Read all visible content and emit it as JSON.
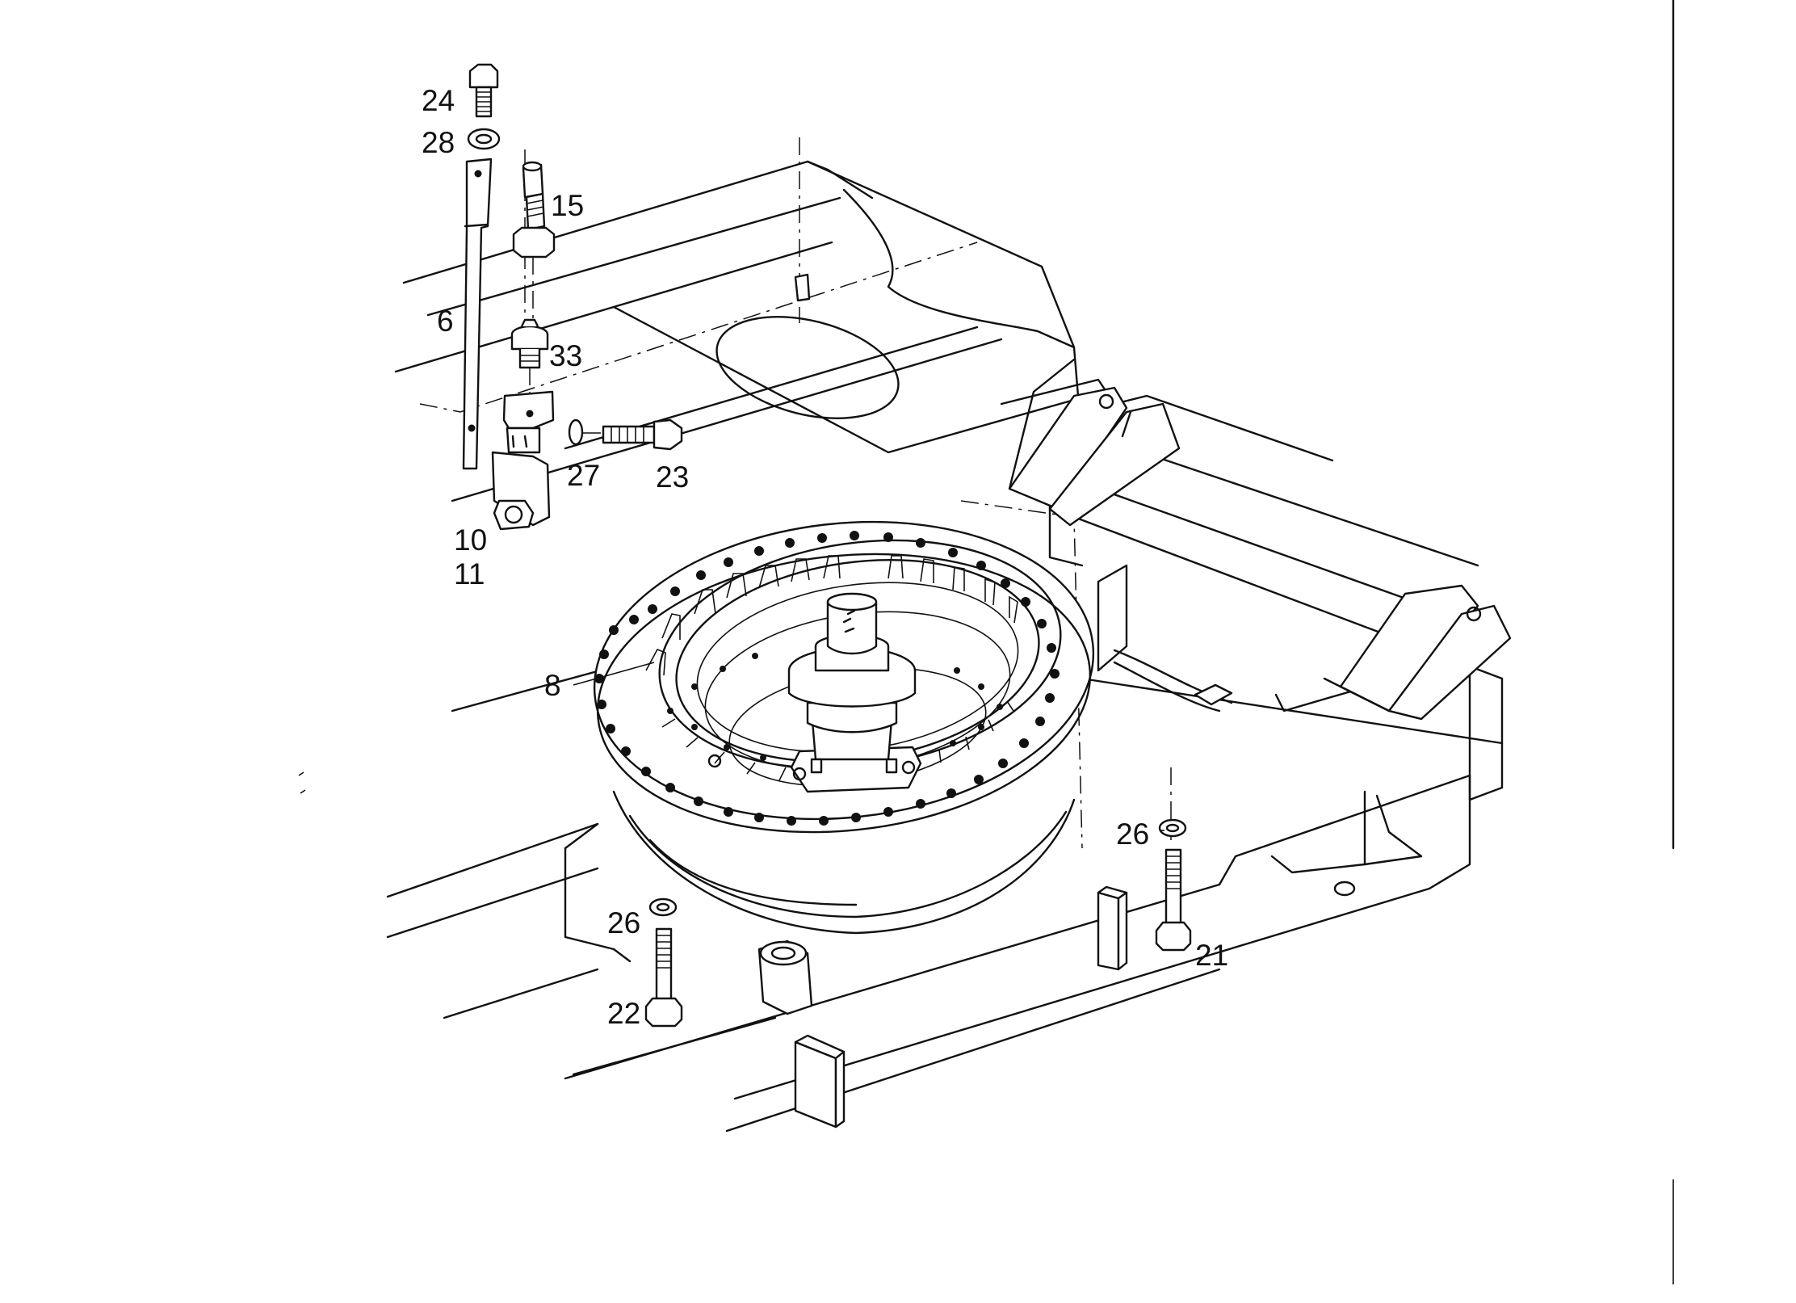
{
  "callouts": {
    "c24": "24",
    "c28": "28",
    "c15": "15",
    "c6": "6",
    "c33": "33",
    "c27": "27",
    "c23": "23",
    "c10": "10",
    "c11": "11",
    "c8": "8",
    "c26a": "26",
    "c26b": "26",
    "c21": "21",
    "c22": "22"
  }
}
